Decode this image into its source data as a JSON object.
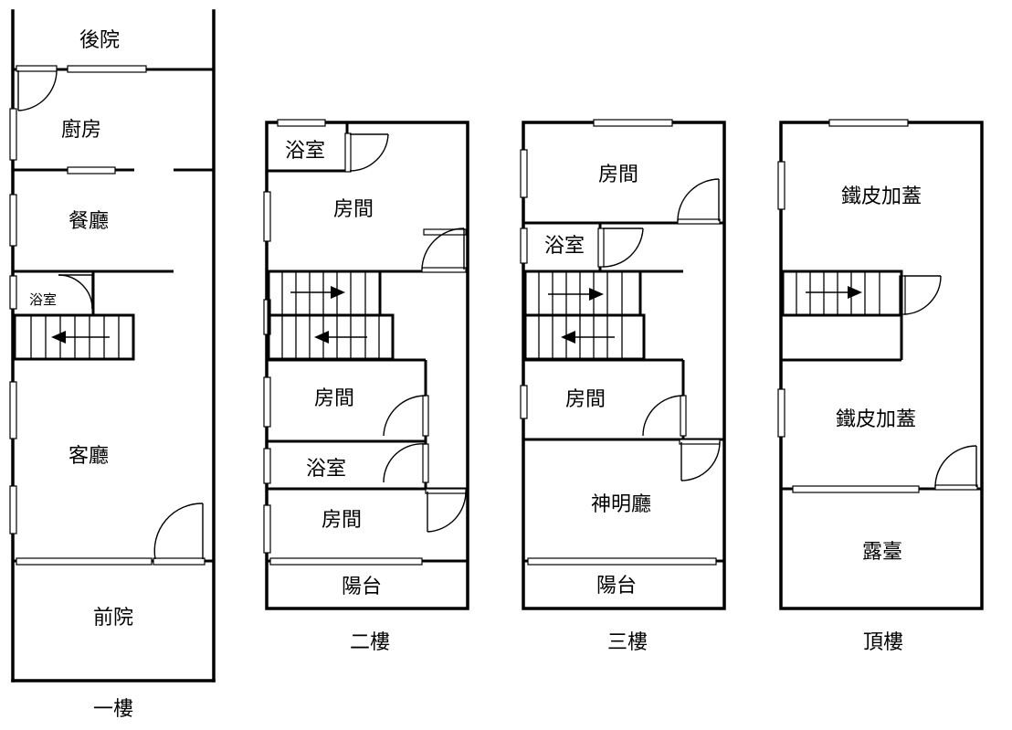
{
  "floors": {
    "f1": {
      "label": "一樓",
      "rooms": {
        "backyard": "後院",
        "kitchen": "廚房",
        "dining": "餐廳",
        "bath": "浴室",
        "living": "客廳",
        "frontyard": "前院"
      }
    },
    "f2": {
      "label": "二樓",
      "rooms": {
        "bath1": "浴室",
        "room1": "房間",
        "room2": "房間",
        "bath2": "浴室",
        "room3": "房間",
        "balcony": "陽台"
      }
    },
    "f3": {
      "label": "三樓",
      "rooms": {
        "room1": "房間",
        "bath": "浴室",
        "room2": "房間",
        "shrine": "神明廳",
        "balcony": "陽台"
      }
    },
    "roof": {
      "label": "頂樓",
      "rooms": {
        "addition1": "鐵皮加蓋",
        "addition2": "鐵皮加蓋",
        "terrace": "露臺"
      }
    }
  }
}
